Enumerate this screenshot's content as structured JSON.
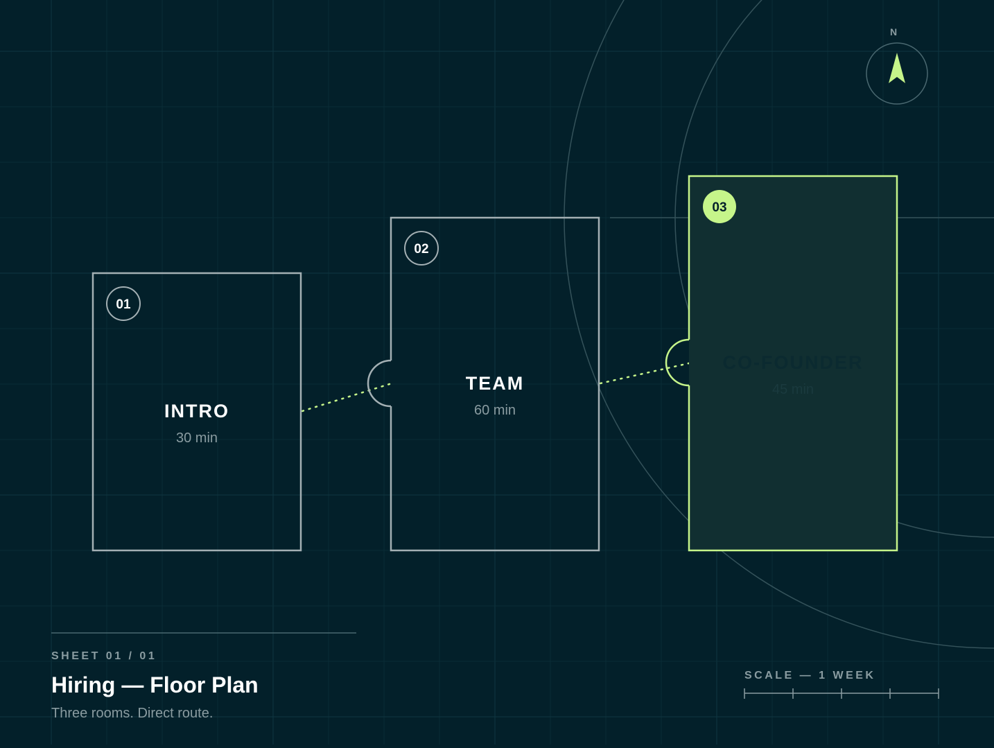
{
  "sheet": {
    "label": "SHEET 01 / 01"
  },
  "plan": {
    "title": "Hiring — Floor Plan",
    "subtitle": "Three rooms. Direct route."
  },
  "scale": {
    "label": "SCALE — 1 WEEK"
  },
  "compass": {
    "north_label": "N",
    "icon": "north-arrow-icon"
  },
  "rooms": [
    {
      "number": "01",
      "name": "INTRO",
      "duration": "30 min",
      "highlighted": false
    },
    {
      "number": "02",
      "name": "TEAM",
      "duration": "60 min",
      "highlighted": false
    },
    {
      "number": "03",
      "name": "CO-FOUNDER",
      "duration": "45 min",
      "highlighted": true
    }
  ],
  "colors": {
    "background": "#03202a",
    "grid": "#0f3641",
    "room_stroke": "#a4b0b4",
    "accent": "#c6f58a",
    "highlight_fill": "#112f31",
    "muted_text": "#8a9ca1"
  }
}
